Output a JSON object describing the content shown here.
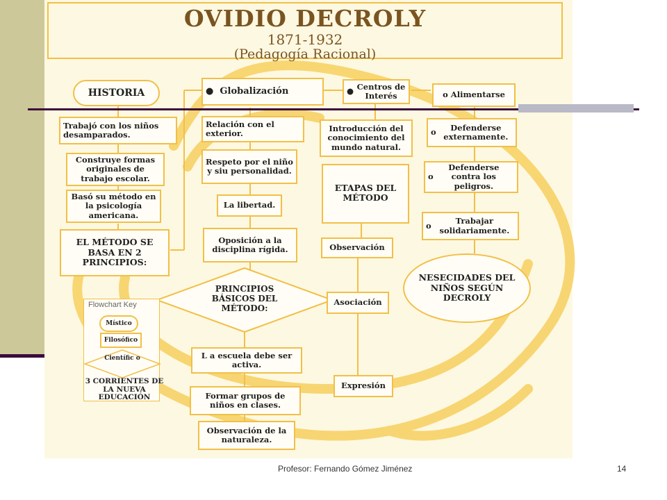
{
  "title": {
    "main": "OVIDIO DECROLY",
    "years": "1871-1932",
    "subtitle": "(Pedagogía Racional)"
  },
  "nodes": {
    "historia": "HISTORIA",
    "trabajo": "Trabajó con los niños desamparados.",
    "construye": "Construye formas originales de trabajo escolar.",
    "baso": "Basó su método en la psicología americana.",
    "metodo_principios": "EL MÉTODO SE BASA EN 2 PRINCIPIOS:",
    "globalizacion": "Globalización",
    "relacion": "Relación con el exterior.",
    "respeto": "Respeto por el niño y siu personalidad.",
    "libertad": "La libertad.",
    "oposicion": "Oposición a la disciplina rígida.",
    "principios_basicos": "PRINCIPIOS BÁSICOS DEL MÉTODO:",
    "escuela_activa": "L a escuela debe ser activa.",
    "formar_grupos": "Formar grupos de niños en clases.",
    "observacion_naturaleza": "Observación de la naturaleza.",
    "centros": "Centros de Interés",
    "introduccion": "Introducción del conocimiento del mundo natural.",
    "etapas": "ETAPAS DEL MÉTODO",
    "observacion": "Observación",
    "asociacion": "Asociación",
    "expresion": "Expresión",
    "alimentarse": "Alimentarse",
    "defenderse_ext": "Defenderse externamente.",
    "defenderse_peligros": "Defenderse contra los peligros.",
    "trabajar": "Trabajar solidariamente.",
    "necesidades": "NESECIDADES DEL NIÑOS SEGÚN DECROLY"
  },
  "key": {
    "title": "Flowchart Key",
    "mistico": "Místico",
    "filosofico": "Filosófico",
    "cientifico": "Científic o",
    "corrientes": "3 CORRIENTES DE LA NUEVA EDUCACIÓN"
  },
  "footer": {
    "author": "Profesor: Fernando Gómez Jiménez",
    "page": "14"
  },
  "colors": {
    "accent_yellow": "#f2bf47",
    "sidebar": "#cdc899",
    "dark_rule": "#3b0a3b",
    "title_brown": "#7a5420"
  }
}
